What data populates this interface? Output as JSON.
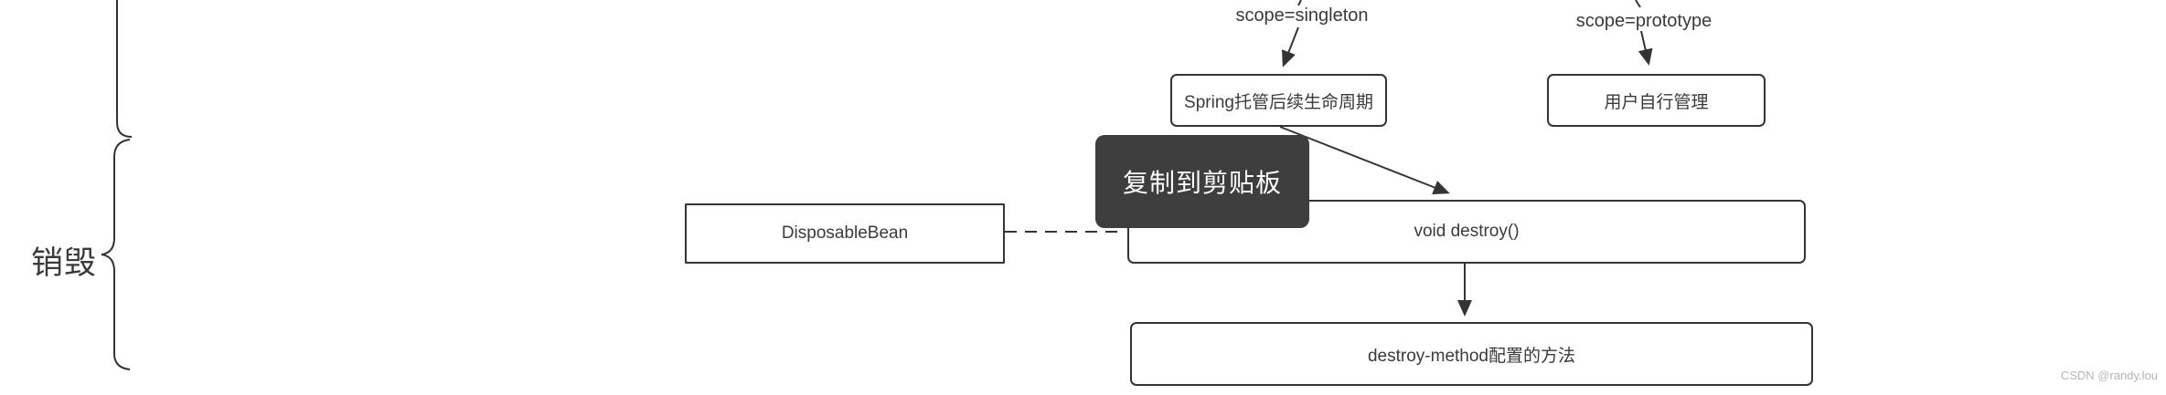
{
  "diagram": {
    "stage_label": "销毁",
    "scope_singleton_label": "scope=singleton",
    "scope_prototype_label": "scope=prototype",
    "nodes": {
      "spring_managed": "Spring托管后续生命周期",
      "user_managed": "用户自行管理",
      "disposable_bean": "DisposableBean",
      "void_destroy": "void destroy()",
      "destroy_method": "destroy-method配置的方法"
    }
  },
  "tooltip": {
    "label": "复制到剪贴板"
  },
  "watermark": {
    "label": "CSDN @randy.lou"
  },
  "colors": {
    "line": "#343434",
    "box_border": "#343434",
    "box_fill": "#ffffff",
    "text": "#3a3a3a",
    "tooltip_bg": "#3e3e3e",
    "tooltip_text": "#ffffff",
    "watermark": "#b5b5b5"
  }
}
